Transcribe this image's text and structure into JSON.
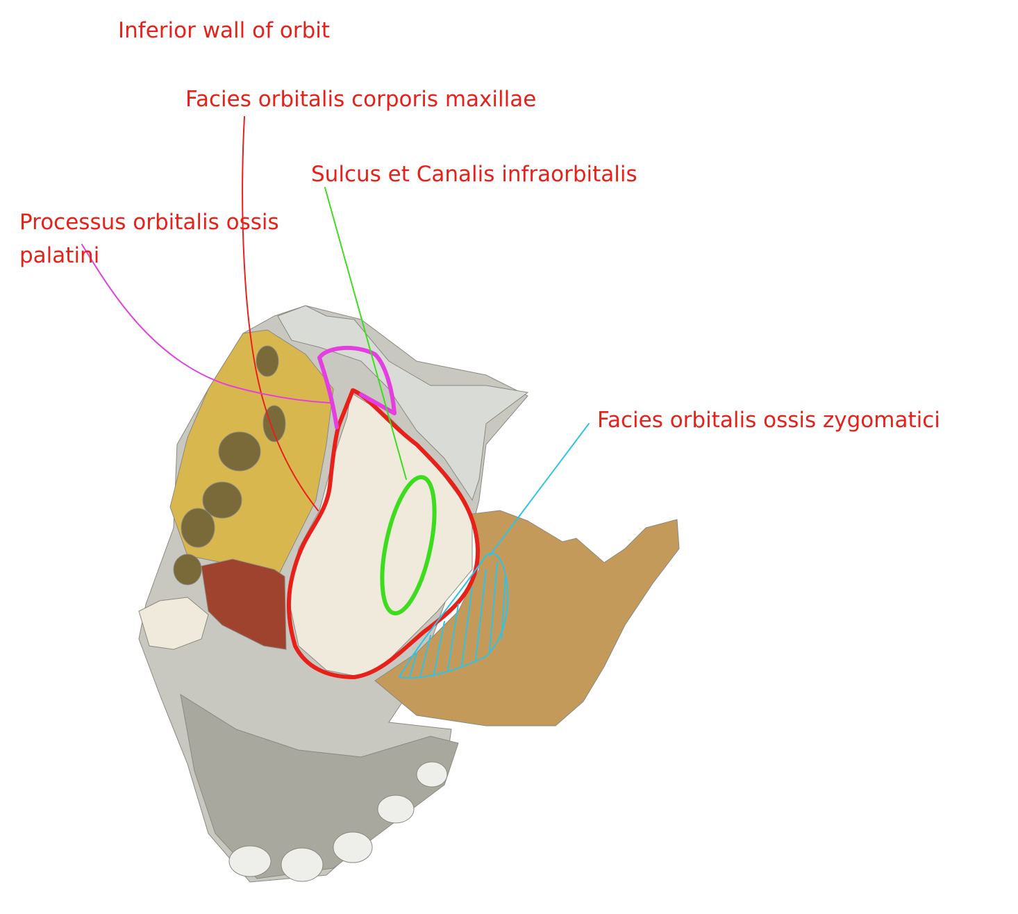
{
  "diagram": {
    "title": "Inferior wall of orbit",
    "labels": {
      "maxilla": "Facies orbitalis corporis maxillae",
      "sulcus": "Sulcus et Canalis infraorbitalis",
      "palatine_line1": "Processus orbitalis ossis",
      "palatine_line2": "palatini",
      "zygomatic": "Facies orbitalis ossis zygomatici"
    }
  },
  "colors": {
    "label_text": "#e8201a",
    "maxilla_outline": "#e8201a",
    "sulcus_outline": "#3ddc1e",
    "palatine_outline": "#e53ee0",
    "zygomatic_hatch": "#2ec3e6",
    "bone_grey": "#c9c8c0",
    "bone_yellow": "#d8b84e",
    "bone_tan": "#c49a5a",
    "bone_red": "#a0432e",
    "bone_cream": "#efeadb"
  },
  "icons": {
    "bone_illustration": "skull-orbit-illustration"
  }
}
